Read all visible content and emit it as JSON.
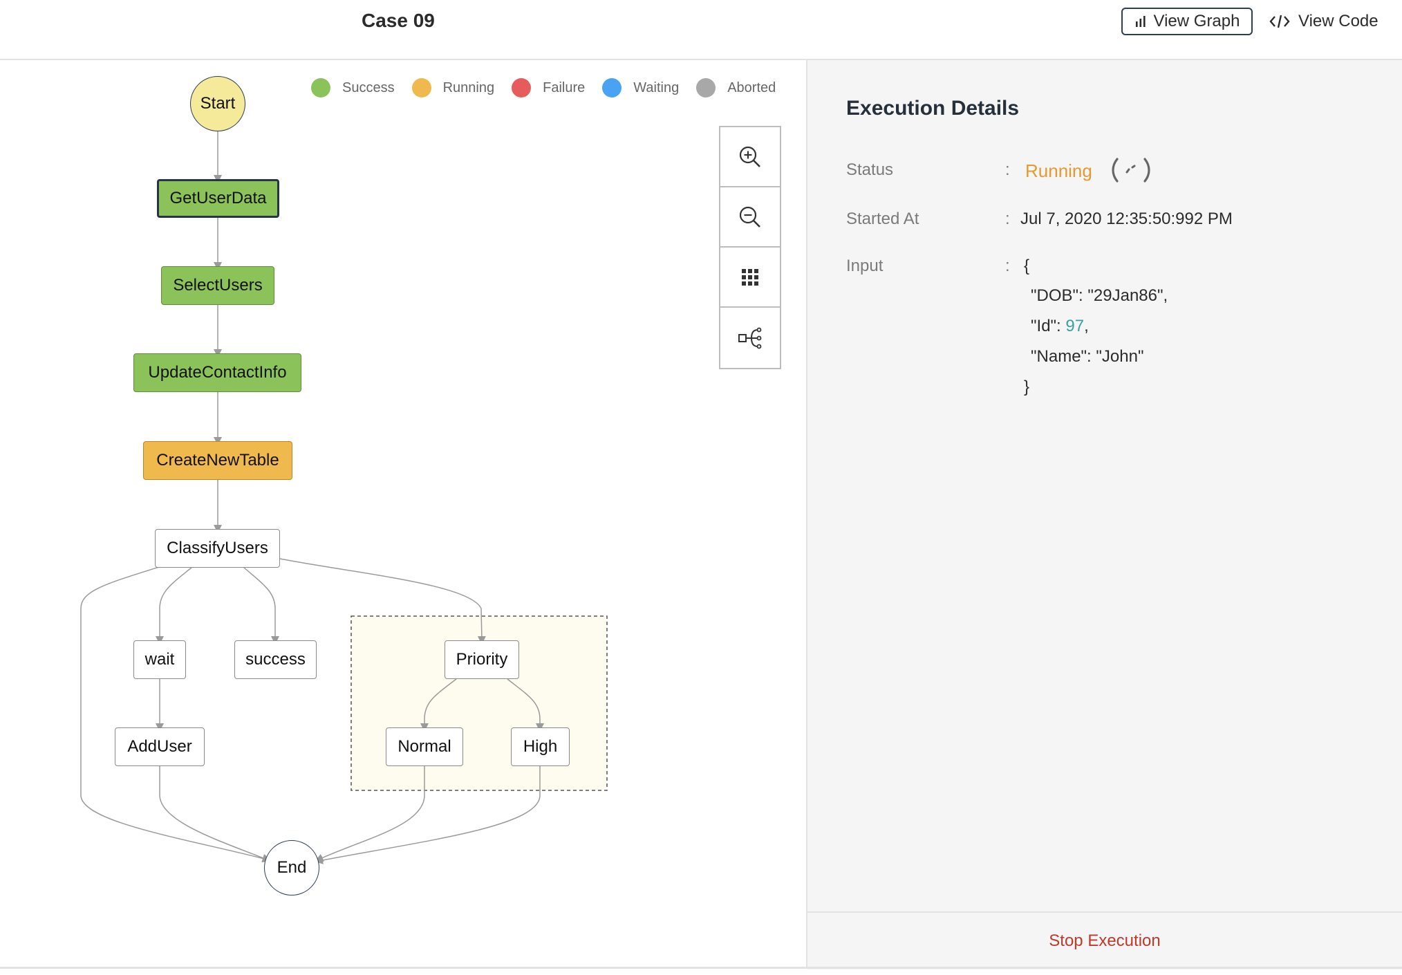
{
  "header": {
    "title": "Case 09",
    "view_graph_label": "View Graph",
    "view_code_label": "View Code"
  },
  "legend": [
    {
      "label": "Success",
      "color": "#8bc35a"
    },
    {
      "label": "Running",
      "color": "#f0b94e"
    },
    {
      "label": "Failure",
      "color": "#e65c5c"
    },
    {
      "label": "Waiting",
      "color": "#4aa3f2"
    },
    {
      "label": "Aborted",
      "color": "#a8a8a8"
    }
  ],
  "graph": {
    "start_label": "Start",
    "end_label": "End",
    "nodes": {
      "get_user_data": "GetUserData",
      "select_users": "SelectUsers",
      "update_contact_info": "UpdateContactInfo",
      "create_new_table": "CreateNewTable",
      "classify_users": "ClassifyUsers",
      "wait": "wait",
      "success": "success",
      "add_user": "AddUser",
      "priority": "Priority",
      "normal": "Normal",
      "high": "High"
    }
  },
  "zoom_controls": [
    "zoom-in-icon",
    "zoom-out-icon",
    "grid-icon",
    "tree-layout-icon"
  ],
  "details": {
    "title": "Execution Details",
    "status_label": "Status",
    "status_value": "Running",
    "status_color": "#e59a2f",
    "started_label": "Started At",
    "started_value": "Jul 7, 2020 12:35:50:992 PM",
    "input_label": "Input",
    "input_open": "{",
    "input_dob": "\"DOB\": \"29Jan86\",",
    "input_id_key": "\"Id\": ",
    "input_id_value": "97",
    "input_id_comma": ",",
    "input_name": "\"Name\": \"John\"",
    "input_close": "}",
    "separator": ":"
  },
  "stop_label": "Stop Execution"
}
